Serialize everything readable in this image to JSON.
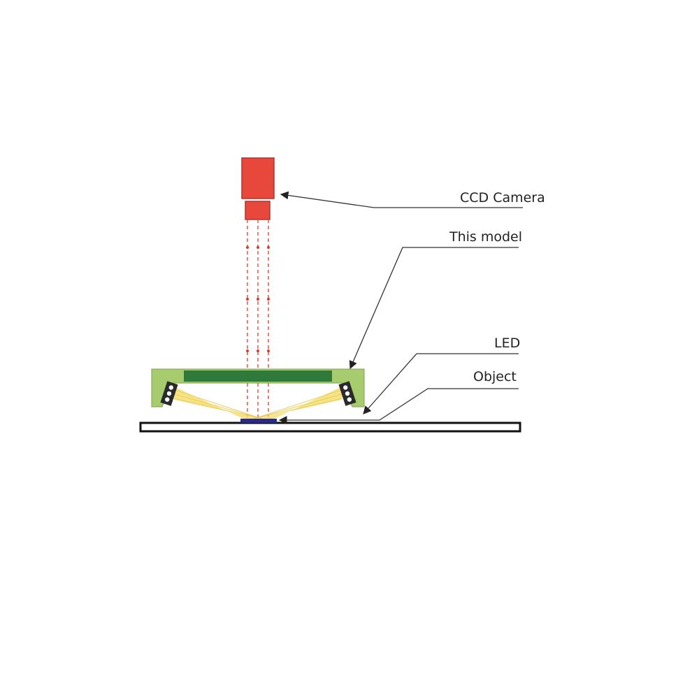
{
  "labels": {
    "camera": "CCD Camera",
    "model": "This model",
    "led": "LED",
    "object": "Object"
  },
  "colors": {
    "camera_body": "#e8473b",
    "camera_edge": "#b8322a",
    "beam": "#e8473b",
    "ring_outer": "#a7cc6d",
    "ring_inner": "#2f7a3a",
    "light_rays": "#f5e07a",
    "led_housing": "#2a2a2a",
    "stage_edge": "#111111",
    "object": "#2a2a8a",
    "leader_line": "#333333"
  },
  "icons": {
    "camera": "ccd-camera-icon",
    "led": "led-icon"
  }
}
